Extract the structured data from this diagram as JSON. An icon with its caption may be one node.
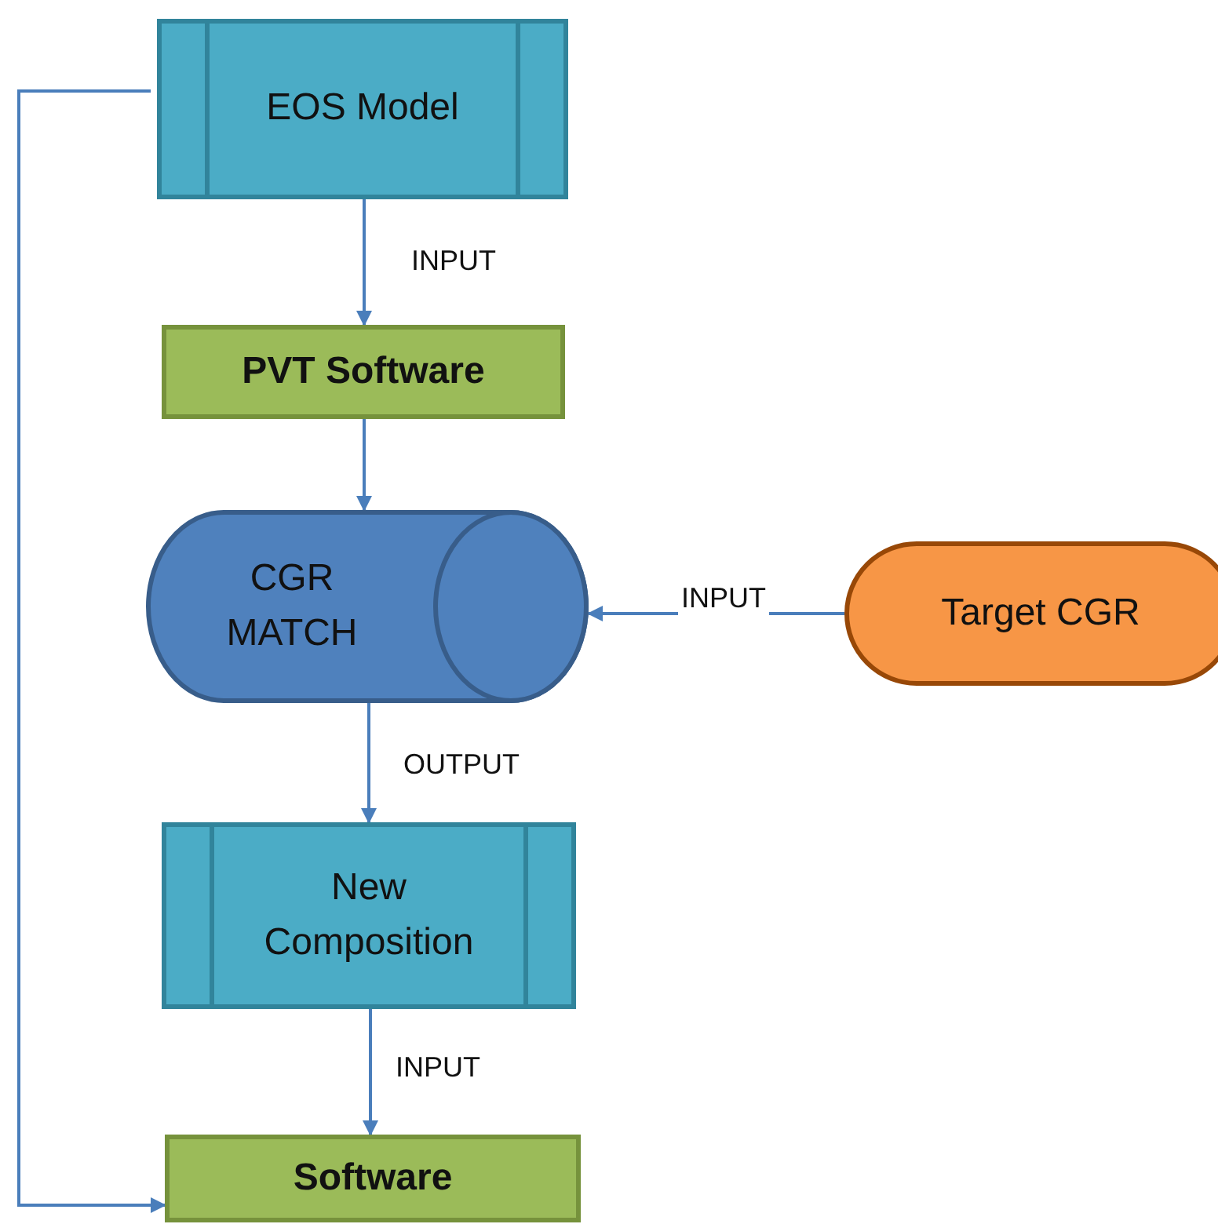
{
  "diagram": {
    "nodes": [
      {
        "text": [
          "EOS Model"
        ]
      },
      {
        "text": [
          "PVT Software"
        ]
      },
      {
        "text": [
          "CGR MATCH"
        ]
      },
      {
        "text": [
          "Target CGR"
        ]
      },
      {
        "text": [
          "New Composition"
        ]
      },
      {
        "text": [
          "Software"
        ]
      }
    ],
    "edges": [
      {
        "from": 0,
        "to": 1,
        "arrow": "to",
        "label": "INPUT"
      },
      {
        "from": 1,
        "to": 2,
        "arrow": "to"
      },
      {
        "from": 3,
        "to": 2,
        "arrow": "to",
        "label": "INPUT"
      },
      {
        "from": 2,
        "to": 4,
        "arrow": "to",
        "label": "OUTPUT"
      },
      {
        "from": 4,
        "to": 5,
        "arrow": "to",
        "label": "INPUT"
      },
      {
        "from": 0,
        "to": 5,
        "arrow": "to"
      }
    ]
  }
}
